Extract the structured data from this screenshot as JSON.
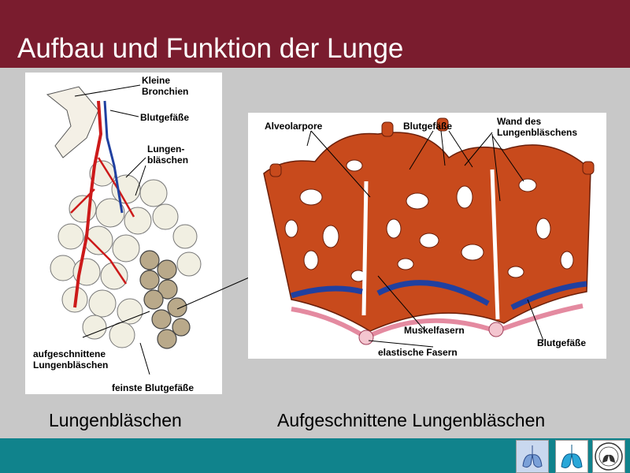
{
  "slide": {
    "title": "Aufbau und Funktion der Lunge"
  },
  "left_figure": {
    "labels": {
      "kleine_bronchien": "Kleine\nBronchien",
      "blutgefaesse": "Blutgefäße",
      "lungenblaeschen": "Lungen-\nbläschen",
      "aufgeschnittene": "aufgeschnittene\nLungenbläschen",
      "feinste": "feinste Blutgefäße"
    },
    "caption": "Lungenbläschen"
  },
  "right_figure": {
    "labels": {
      "alveolarpore": "Alveolarpore",
      "blutgefaesse_top": "Blutgefäße",
      "wand": "Wand des\nLungenbläschens",
      "muskelfasern": "Muskelfasern",
      "elastische": "elastische Fasern",
      "blutgefaesse_bottom": "Blutgefäße"
    },
    "caption": "Aufgeschnittene Lungenbläschen"
  },
  "colors": {
    "title_bar": "#7a1c2e",
    "background": "#c8c8c8",
    "footer": "#10838c",
    "tissue": "#c84a1c",
    "artery": "#cc1a1a",
    "vein": "#2040a0"
  },
  "footer": {
    "logos": [
      "lung-logo-icon",
      "lung-outline-logo-icon",
      "society-seal-logo-icon"
    ]
  }
}
